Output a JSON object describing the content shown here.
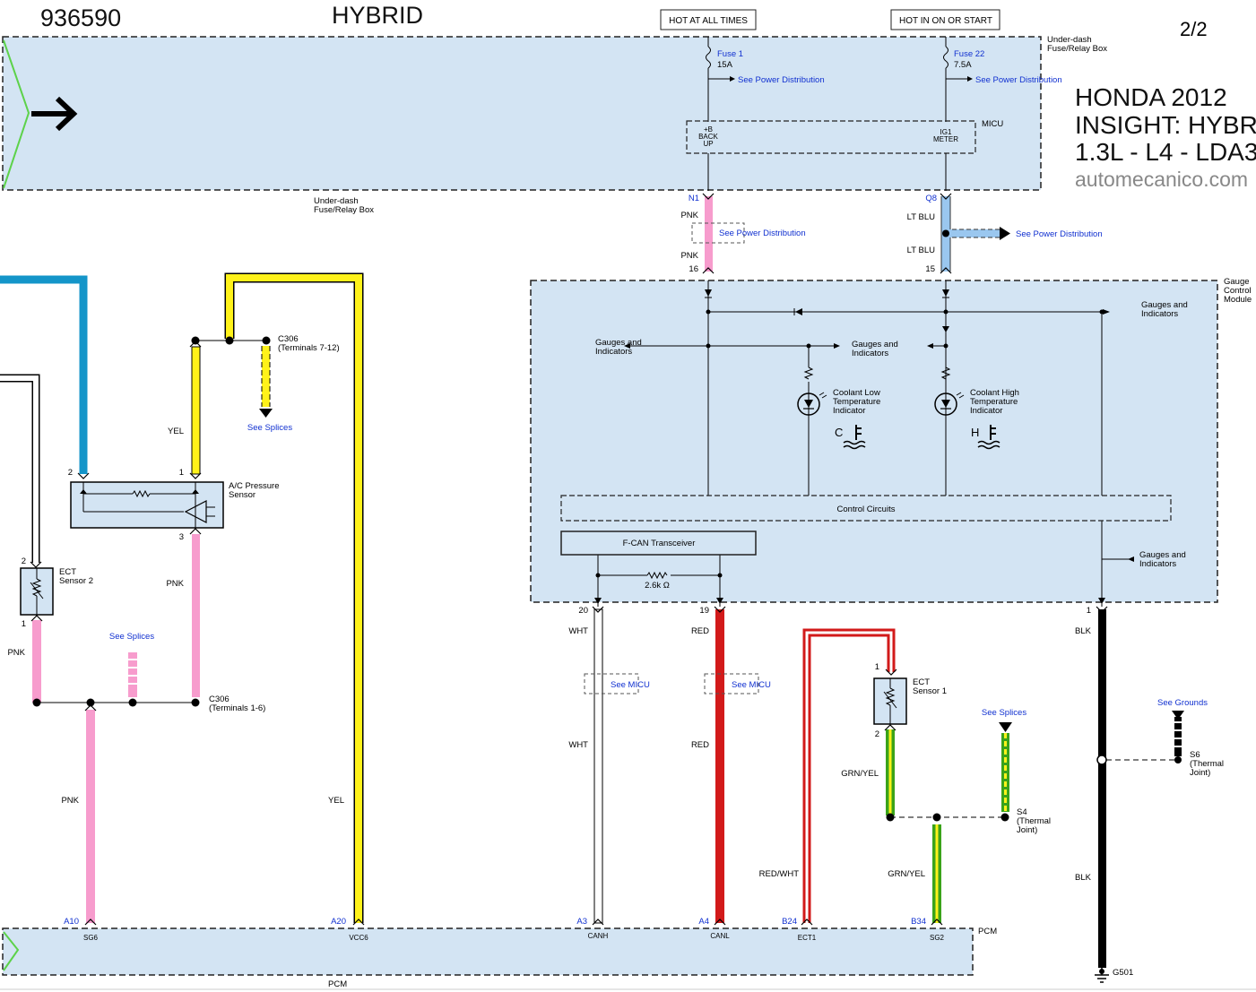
{
  "header": {
    "doc_number": "936590",
    "system": "HYBRID",
    "page": "2/2",
    "hot_all_times": "HOT AT ALL TIMES",
    "hot_on_start": "HOT IN ON OR START"
  },
  "branding": {
    "line1": "HONDA 2012",
    "line2": "INSIGHT: HYBRID",
    "line3": "1.3L - L4 - LDA3",
    "site": "automecanico.com"
  },
  "fuse_box": {
    "label_right_1": "Under-dash",
    "label_right_2": "Fuse/Relay Box",
    "label_bottom_1": "Under-dash",
    "label_bottom_2": "Fuse/Relay Box",
    "fuse1_name": "Fuse 1",
    "fuse1_amp": "15A",
    "fuse22_name": "Fuse 22",
    "fuse22_amp": "7.5A",
    "micu_label": "MICU",
    "backup_1": "+B",
    "backup_2": "BACK",
    "backup_3": "UP",
    "ig1_1": "IG1",
    "ig1_2": "METER"
  },
  "links": {
    "see_power_distribution": "See Power Distribution",
    "see_splices": "See Splices",
    "see_micu": "See MICU",
    "see_grounds": "See Grounds"
  },
  "pins": {
    "n1": "N1",
    "q8": "Q8",
    "p16": "16",
    "p15": "15",
    "p20": "20",
    "p19": "19",
    "p1_gcm": "1",
    "a10": "A10",
    "a20": "A20",
    "a3": "A3",
    "a4": "A4",
    "b24": "B24",
    "b34": "B34",
    "ac_pin2": "2",
    "ac_pin1": "1",
    "ac_pin3": "3",
    "ect2_pin2": "2",
    "ect2_pin1": "1",
    "ect1_pin1": "1",
    "ect1_pin2": "2"
  },
  "wires": {
    "pnk": "PNK",
    "lt_blu": "LT BLU",
    "yel": "YEL",
    "wht": "WHT",
    "red": "RED",
    "red_wht": "RED/WHT",
    "grn_yel": "GRN/YEL",
    "blk": "BLK"
  },
  "gcm": {
    "label_1": "Gauge",
    "label_2": "Control",
    "label_3": "Module",
    "gauges_1": "Gauges and",
    "gauges_2": "Indicators",
    "coolant_low_1": "Coolant Low",
    "coolant_low_2": "Temperature",
    "coolant_low_3": "Indicator",
    "coolant_high_1": "Coolant High",
    "coolant_high_2": "Temperature",
    "coolant_high_3": "Indicator",
    "c_symbol": "C",
    "h_symbol": "H",
    "control_circuits": "Control Circuits",
    "fcan": "F-CAN Transceiver",
    "resistor": "2.6k Ω"
  },
  "components": {
    "c306_top_1": "C306",
    "c306_top_2": "(Terminals 7-12)",
    "c306_bot_1": "C306",
    "c306_bot_2": "(Terminals 1-6)",
    "ac_sensor_1": "A/C Pressure",
    "ac_sensor_2": "Sensor",
    "ect2_1": "ECT",
    "ect2_2": "Sensor 2",
    "ect1_1": "ECT",
    "ect1_2": "Sensor 1",
    "s4_1": "S4",
    "s4_2": "(Thermal",
    "s4_3": "Joint)",
    "s6_1": "S6",
    "s6_2": "(Thermal",
    "s6_3": "Joint)",
    "g501": "G501"
  },
  "pcm": {
    "label": "PCM",
    "label_bottom": "PCM",
    "sg6": "SG6",
    "vcc6": "VCC6",
    "canh": "CANH",
    "canl": "CANL",
    "ect1": "ECT1",
    "sg2": "SG2"
  },
  "colors": {
    "module_fill": "#d3e4f3",
    "pink": "#f79ccd",
    "blue": "#1495c9",
    "lt_blue": "#9ac7ef",
    "yellow": "#fff21a",
    "red": "#d21a1a",
    "green": "#3aa31a",
    "black": "#000000",
    "link": "#1030d0"
  }
}
